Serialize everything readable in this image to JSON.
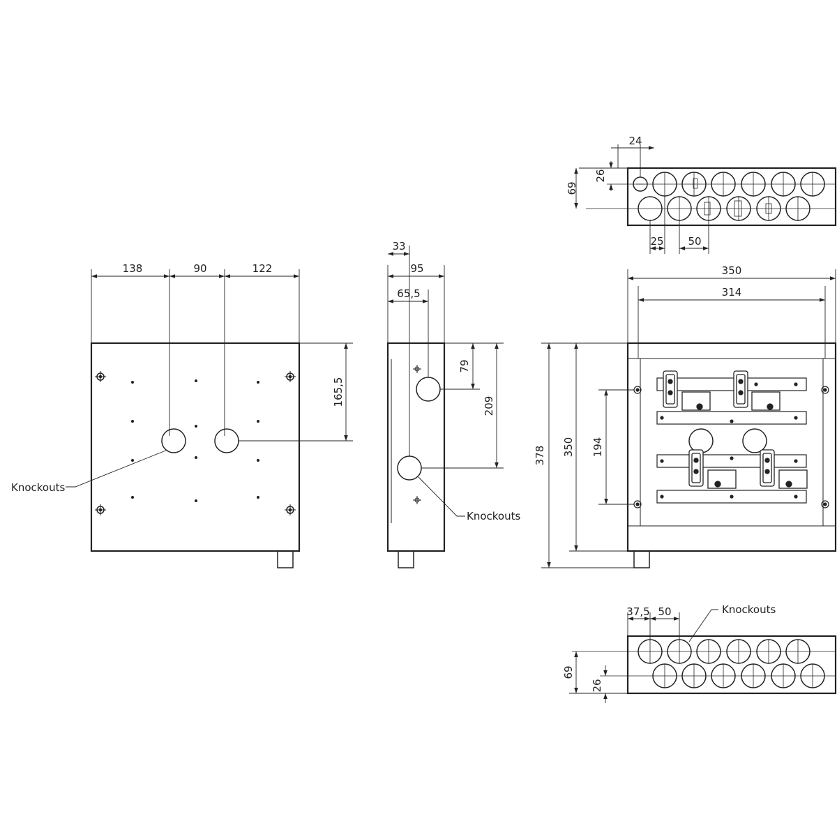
{
  "labels": {
    "knockouts": "Knockouts"
  },
  "rear_view": {
    "dims": {
      "left": "138",
      "middle": "90",
      "right": "122",
      "height": "165,5"
    }
  },
  "side_view": {
    "dims": {
      "depth": "95",
      "mid": "65,5",
      "front": "33",
      "upper": "79",
      "lower": "209"
    }
  },
  "top_view": {
    "dims": {
      "pitch_small": "24",
      "offset": "26",
      "row_gap": "69",
      "edge": "25",
      "pitch": "50"
    }
  },
  "front_view": {
    "dims": {
      "width": "350",
      "inner_width": "314",
      "total_height": "378",
      "height": "350",
      "rail_gap": "194"
    }
  },
  "bottom_view": {
    "dims": {
      "edge": "37,5",
      "pitch": "50",
      "row_gap": "69",
      "offset": "26"
    }
  }
}
